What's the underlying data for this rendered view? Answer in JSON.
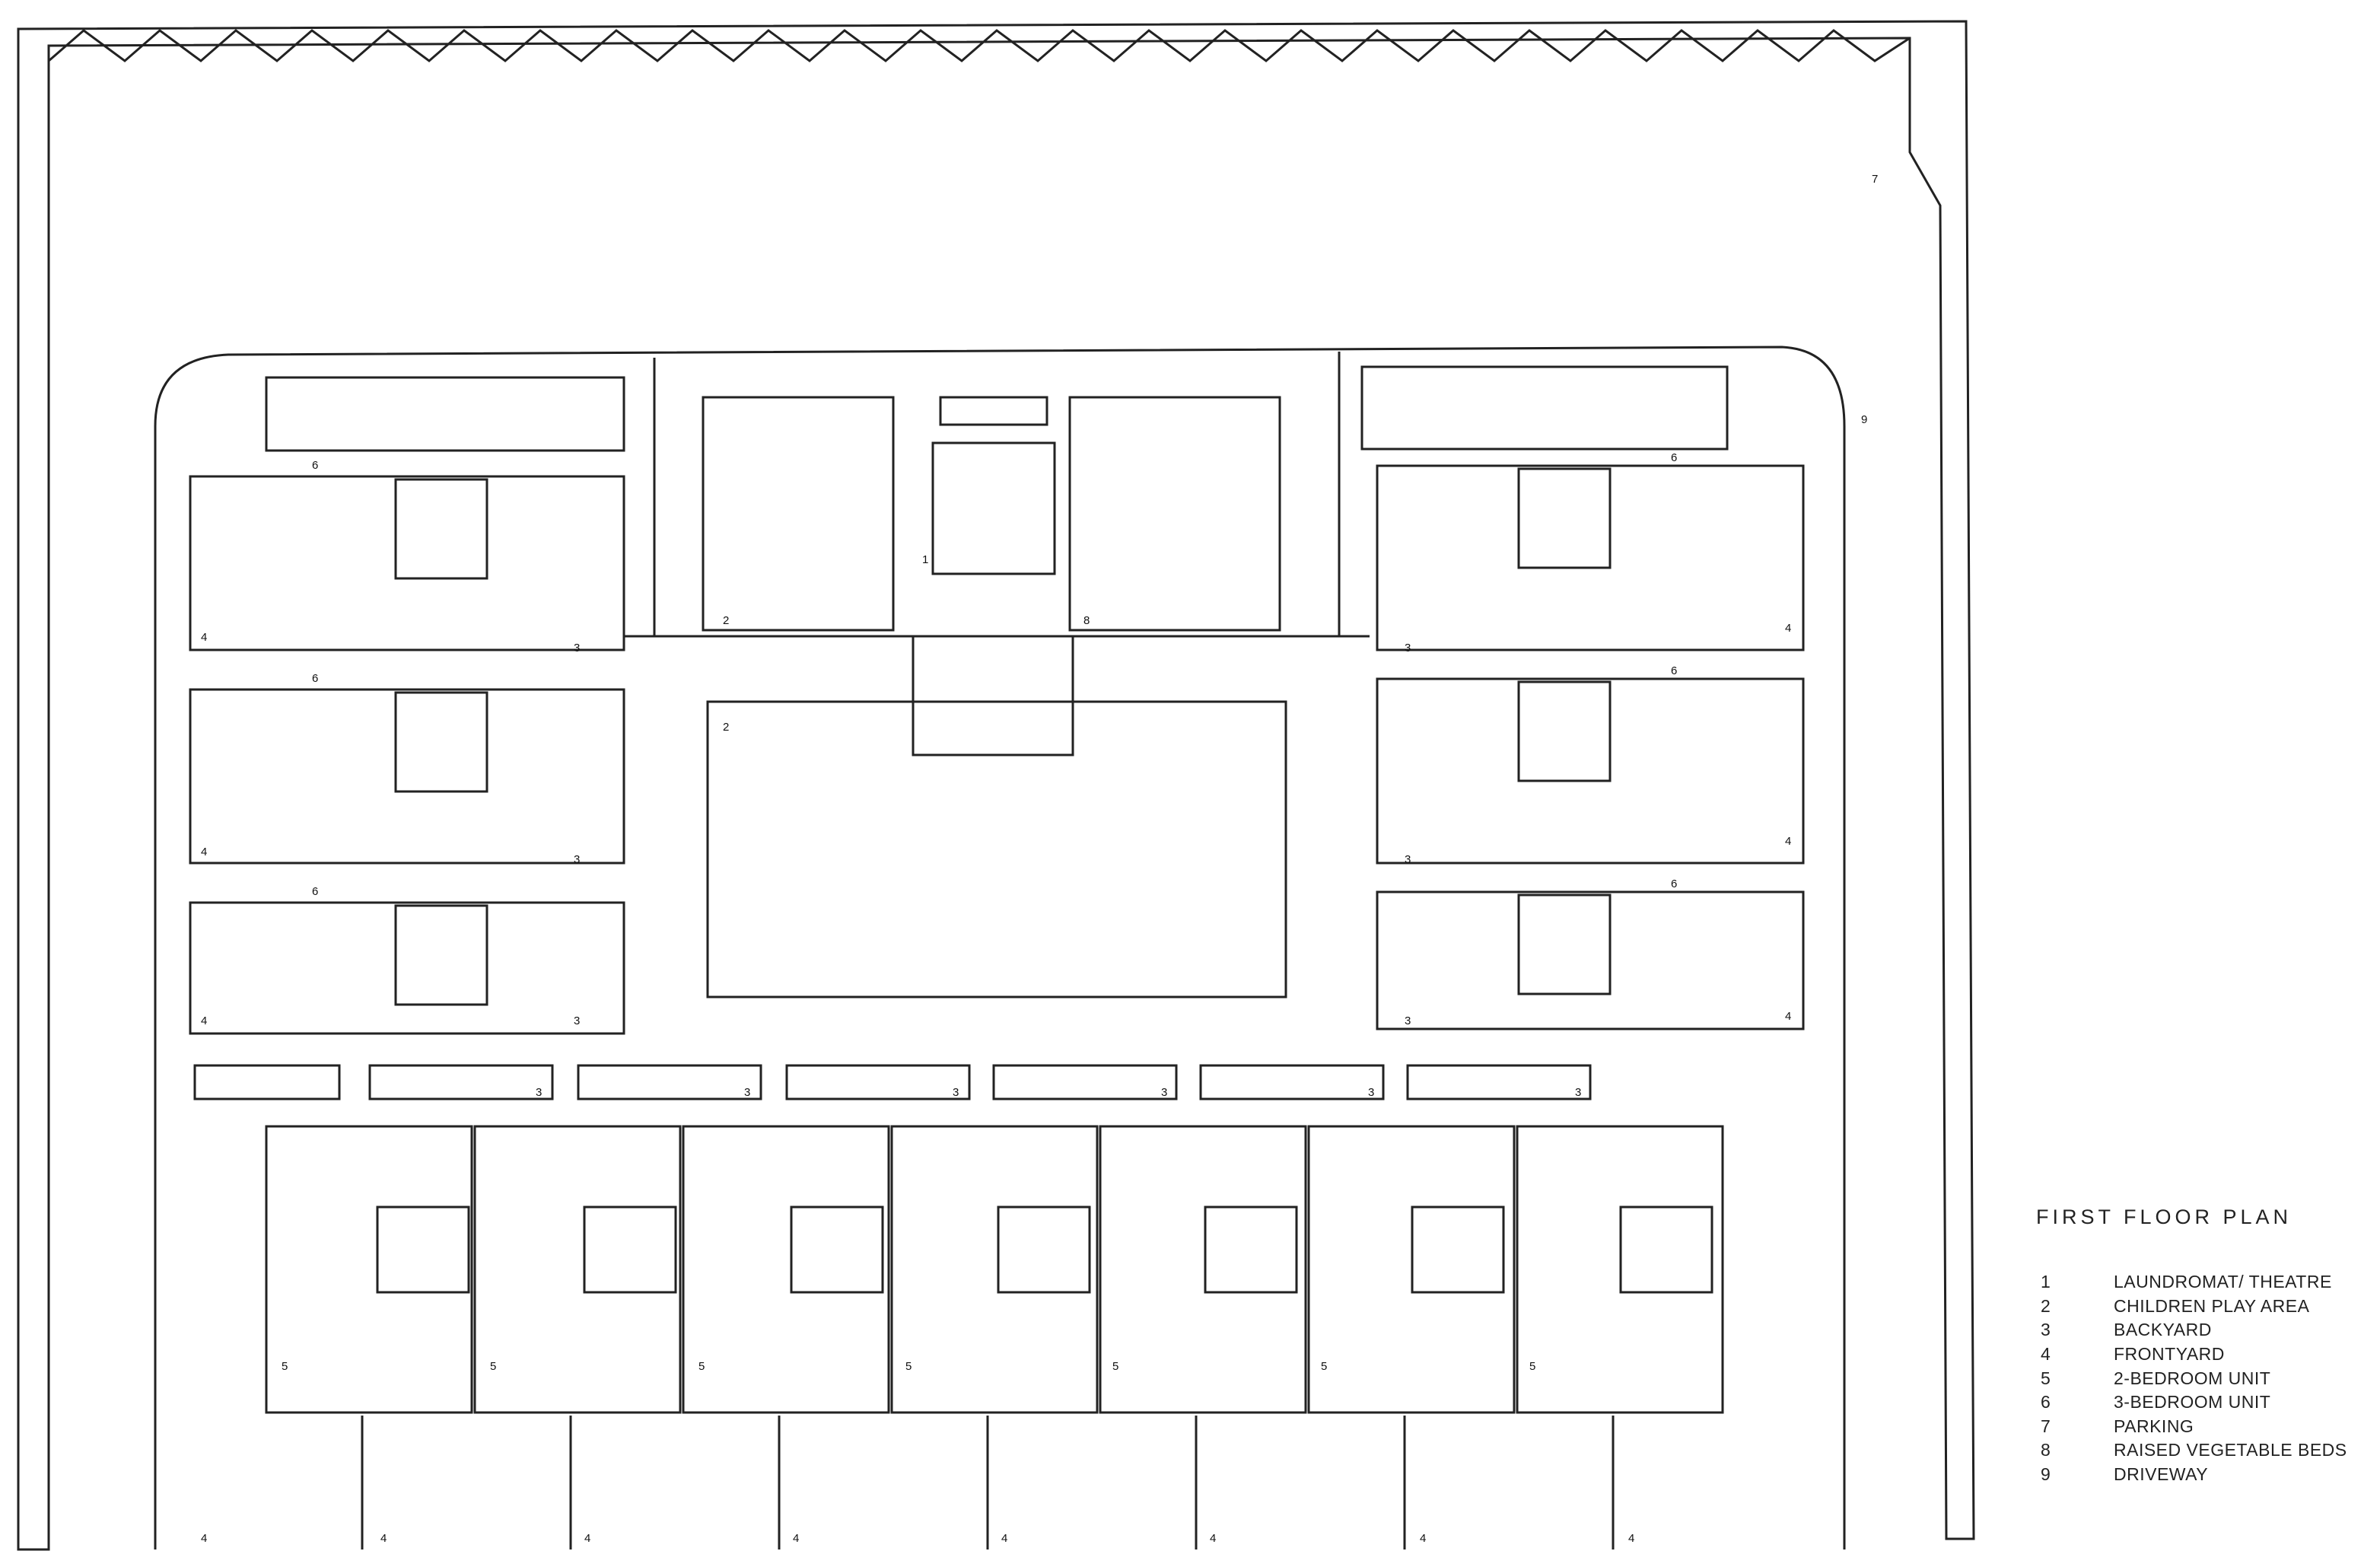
{
  "plan": {
    "title": "FIRST FLOOR PLAN",
    "legend": [
      {
        "num": "1",
        "label": "LAUNDROMAT/ THEATRE"
      },
      {
        "num": "2",
        "label": "CHILDREN PLAY AREA"
      },
      {
        "num": "3",
        "label": "BACKYARD"
      },
      {
        "num": "4",
        "label": "FRONTYARD"
      },
      {
        "num": "5",
        "label": "2-BEDROOM UNIT"
      },
      {
        "num": "6",
        "label": "3-BEDROOM UNIT"
      },
      {
        "num": "7",
        "label": "PARKING"
      },
      {
        "num": "8",
        "label": "RAISED VEGETABLE BEDS"
      },
      {
        "num": "9",
        "label": "DRIVEWAY"
      }
    ]
  },
  "labels": {
    "n1": "1",
    "n2": "2",
    "n3": "3",
    "n4": "4",
    "n5": "5",
    "n6": "6",
    "n7": "7",
    "n8": "8",
    "n9": "9"
  }
}
